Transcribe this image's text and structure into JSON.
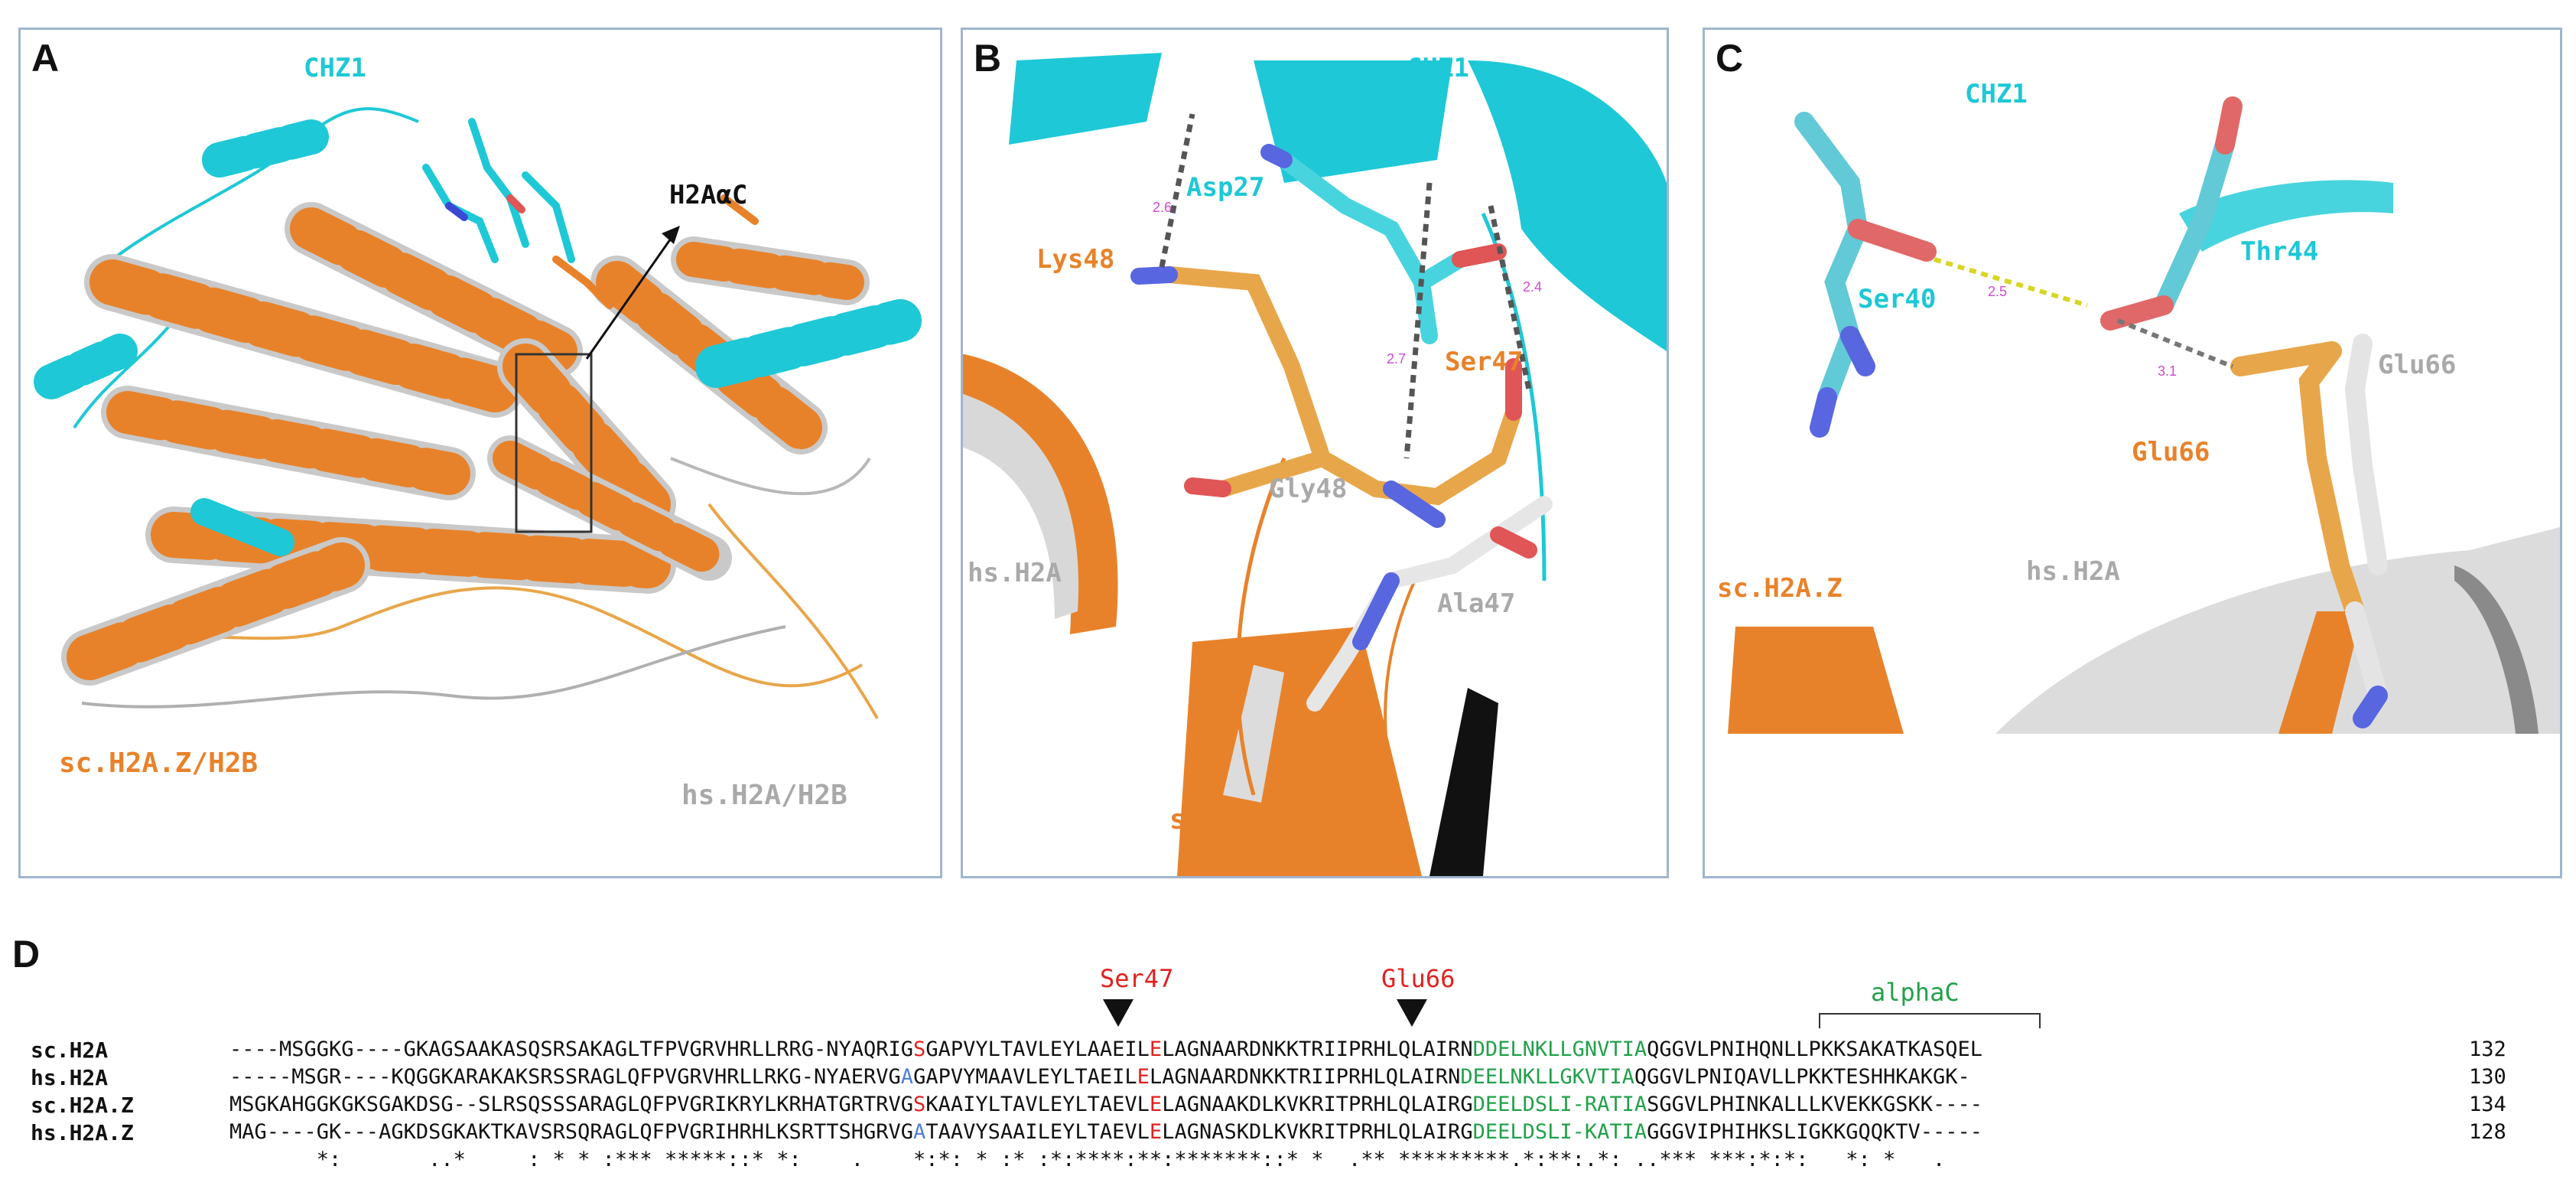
{
  "colors": {
    "chz1": "#1ec8d6",
    "sc": "#e8822a",
    "hs": "#a9a9a9",
    "red": "#e0211f",
    "green": "#22a04a",
    "blue": "#4f7fd6"
  },
  "panelA": {
    "label": "A",
    "chz1": "CHZ1",
    "helix": "H2AαC",
    "sc": "sc.H2A.Z/H2B",
    "hs": "hs.H2A/H2B"
  },
  "panelB": {
    "label": "B",
    "chz1": "CHZ1",
    "asp27": "Asp27",
    "lys48": "Lys48",
    "ser47": "Ser47",
    "gly48": "Gly48",
    "ala47": "Ala47",
    "hs": "hs.H2A",
    "sc": "sc.H2A.Z",
    "d1": "2.6",
    "d2": "2.7",
    "d3": "2.4"
  },
  "panelC": {
    "label": "C",
    "chz1": "CHZ1",
    "ser40": "Ser40",
    "thr44": "Thr44",
    "glu66_hs": "Glu66",
    "glu66_sc": "Glu66",
    "sc": "sc.H2A.Z",
    "hs": "hs.H2A",
    "d1": "2.5",
    "d2": "3.1"
  },
  "panelD": {
    "label": "D",
    "marker1": "Ser47",
    "marker2": "Glu66",
    "alphac": "alphaC",
    "rows": [
      {
        "name": "sc.H2A",
        "pre": "----MSGGKG----GKAGSAAKASQSRSAKAGLTFPVGRVHRLLRRG-NYAQRIG",
        "m1": "S",
        "mid": "GAPVYLTAVLEYLAAEIL",
        "m2": "E",
        "post1": "LAGNAARDNKKTRIIPRHLQLAIRN",
        "helix": "DDELNKLLGNVTIA",
        "post2": "QGGVLPNIHQNLLPKKSAKATKASQEL",
        "num": "132"
      },
      {
        "name": "hs.H2A",
        "pre": "-----MSGR----KQGGKARAKAKSRSSRAGLQFPVGRVHRLLRKG-NYAERVG",
        "m1": "A",
        "mid": "GAPVYMAAVLEYLTAEIL",
        "m2": "E",
        "post1": "LAGNAARDNKKTRIIPRHLQLAIRN",
        "helix": "DEELNKLLGKVTIA",
        "post2": "QGGVLPNIQAVLLPKKTESHHKAKGK-",
        "num": "130"
      },
      {
        "name": "sc.H2A.Z",
        "pre": "MSGKAHGGKGKSGAKDSG--SLRSQSSSARAGLQFPVGRIKRYLKRHATGRTRVG",
        "m1": "S",
        "mid": "KAAIYLTAVLEYLTAEVL",
        "m2": "E",
        "post1": "LAGNAAKDLKVKRITPRHLQLAIRG",
        "helix": "DEELDSLI-RATIA",
        "post2": "SGGVLPHINKALLLKVEKKGSKK----",
        "num": "134"
      },
      {
        "name": "hs.H2A.Z",
        "pre": "MAG----GK---AGKDSGKAKTKAVSRSQRAGLQFPVGRIHRHLKSRTTSHGRVG",
        "m1": "A",
        "mid": "TAAVYSAAILEYLTAEVL",
        "m2": "E",
        "post1": "LAGNASKDLKVKRITPRHLQLAIRG",
        "helix": "DEELDSLI-KATIA",
        "post2": "GGGVIPHIHKSLIGKKGQQKTV-----",
        "num": "128"
      }
    ],
    "consensus": "       *:       ..*     : * * :*** *****::* *:    .    *:*: * :* :*:****:**:*******::* *  .** *********.*:**:.*: ..*** ***:*:*:   *: *   ."
  }
}
